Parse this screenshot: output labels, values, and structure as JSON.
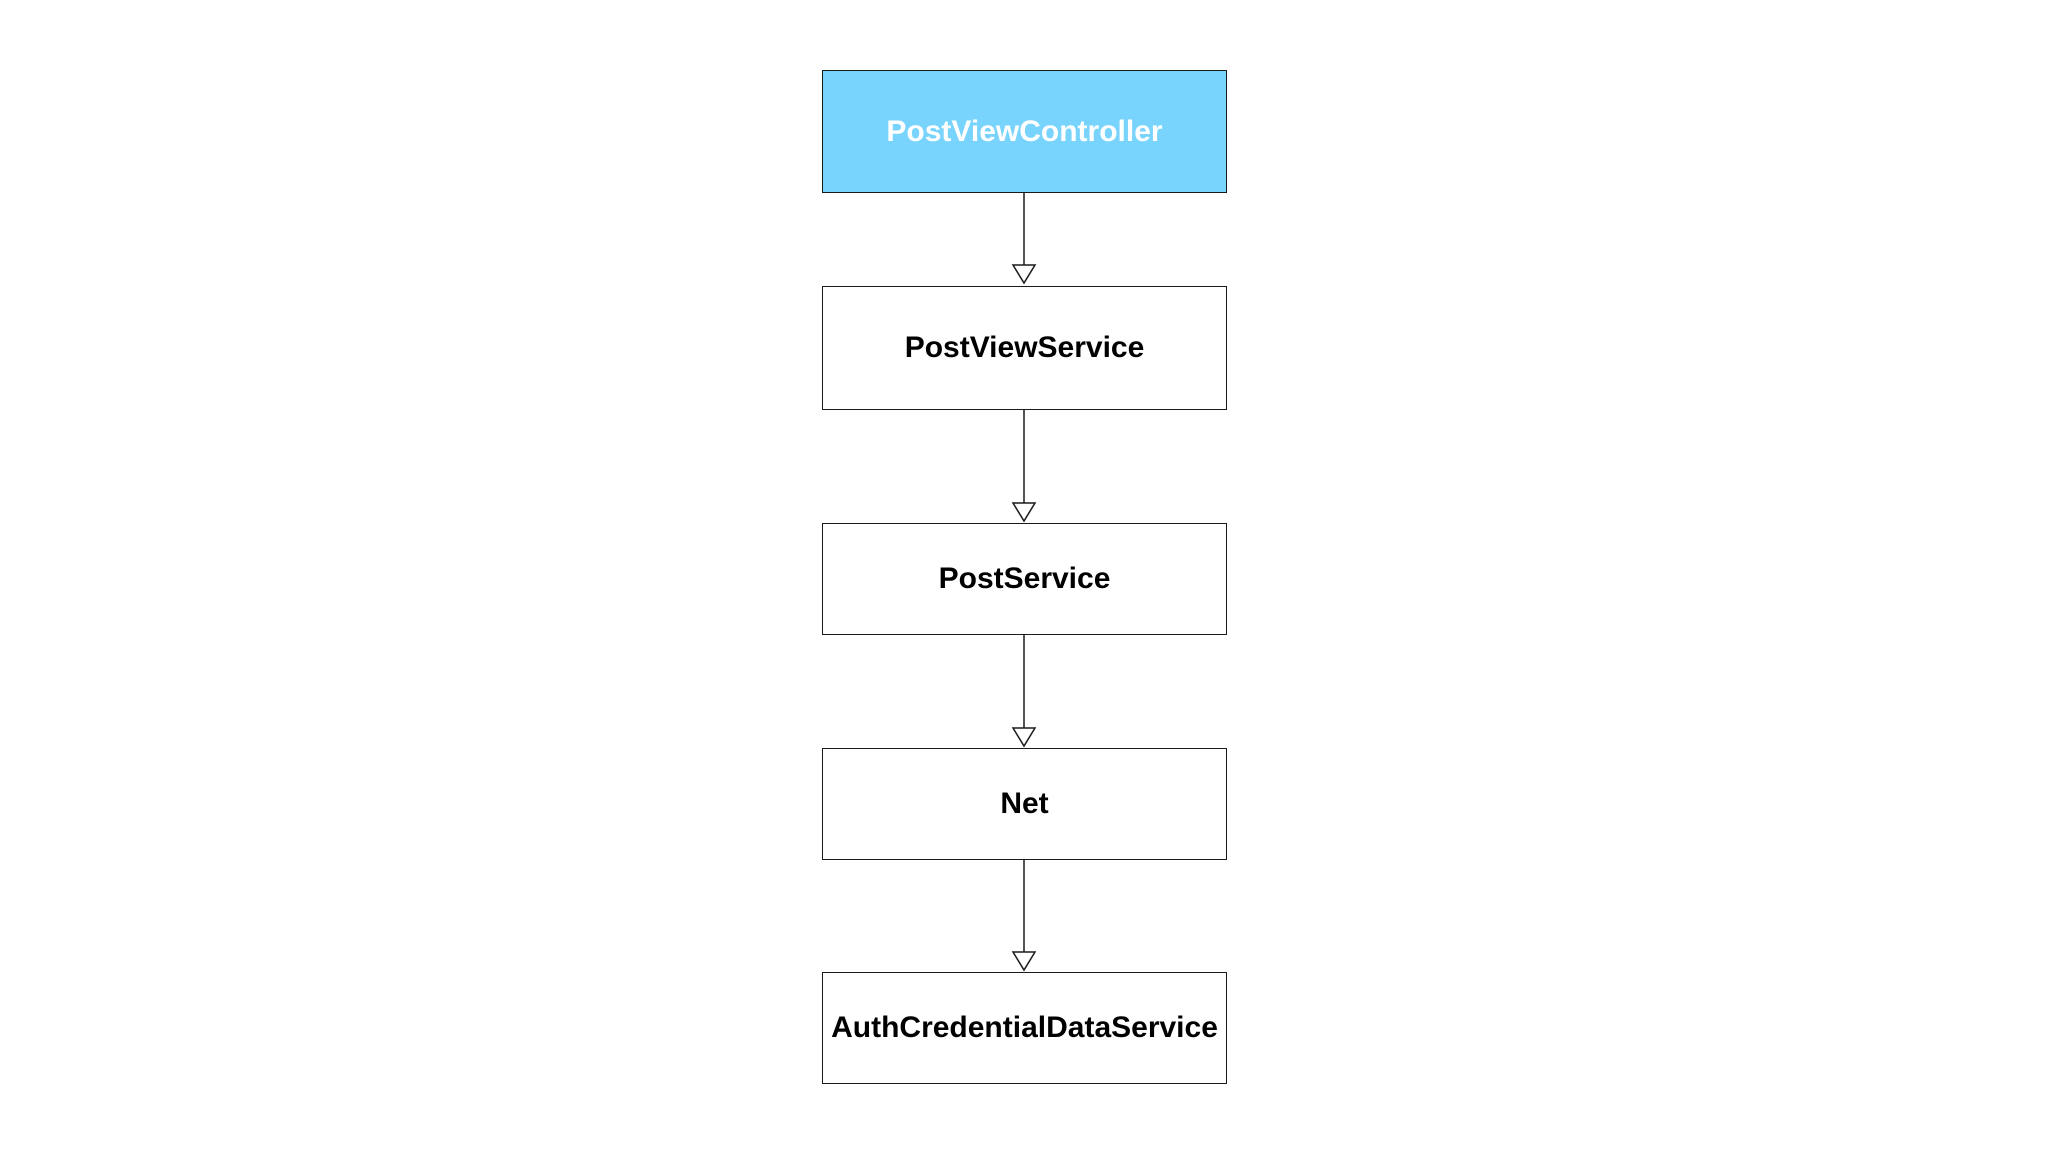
{
  "diagram": {
    "nodes": [
      {
        "label": "PostViewController",
        "highlighted": true
      },
      {
        "label": "PostViewService",
        "highlighted": false
      },
      {
        "label": "PostService",
        "highlighted": false
      },
      {
        "label": "Net",
        "highlighted": false
      },
      {
        "label": "AuthCredentialDataService",
        "highlighted": false
      }
    ],
    "edges": [
      {
        "from": "PostViewController",
        "to": "PostViewService"
      },
      {
        "from": "PostViewService",
        "to": "PostService"
      },
      {
        "from": "PostService",
        "to": "Net"
      },
      {
        "from": "Net",
        "to": "AuthCredentialDataService"
      }
    ],
    "colors": {
      "highlight_fill": "#79d4fd",
      "highlight_text": "#ffffff",
      "node_fill": "#ffffff",
      "node_text": "#000000",
      "stroke": "#1a1a1a"
    }
  }
}
